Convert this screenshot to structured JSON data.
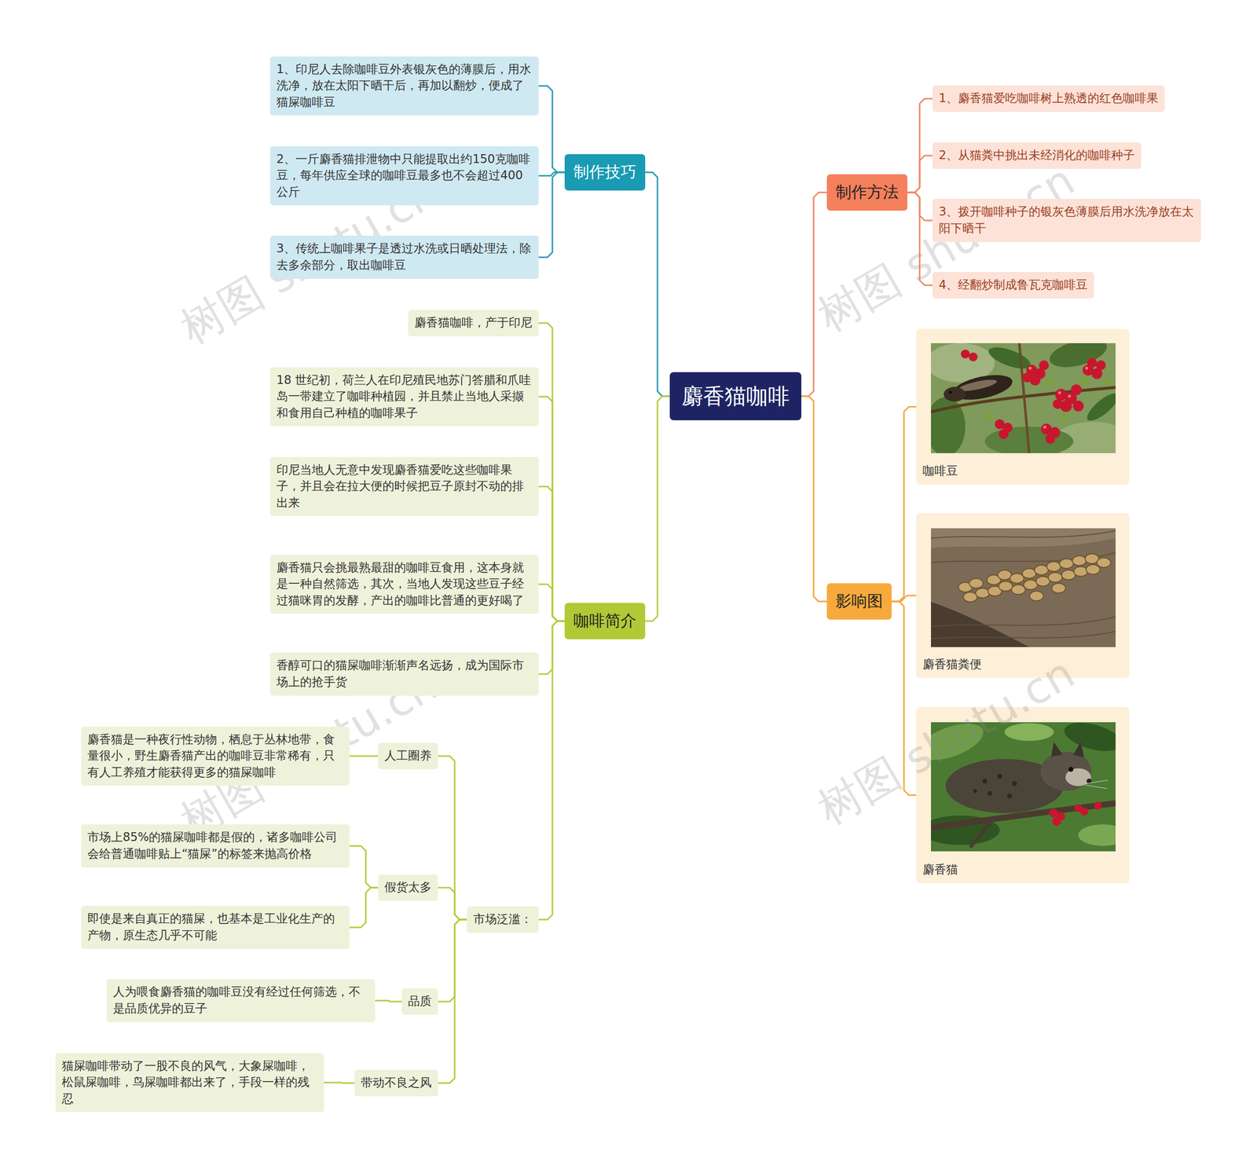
{
  "diagram": {
    "nodes": [
      {
        "text": [
          "麝香猫咖啡"
        ]
      },
      {
        "text": [
          "制作技巧"
        ]
      },
      {
        "text": [
          "1、印尼人去除咖啡豆外表银灰色的薄膜后，用水洗净，放在太阳下晒干后，再加以翻炒，便成了猫屎咖啡豆"
        ]
      },
      {
        "text": [
          "2、一斤麝香猫排泄物中只能提取出约150克咖啡豆，每年供应全球的咖啡豆最多也不会超过400公斤"
        ]
      },
      {
        "text": [
          "3、传统上咖啡果子是透过水洗或日晒处理法，除去多余部分，取出咖啡豆"
        ]
      },
      {
        "text": [
          "咖啡简介"
        ]
      },
      {
        "text": [
          "麝香猫咖啡，产于印尼"
        ]
      },
      {
        "text": [
          "18 世纪初，荷兰人在印尼殖民地苏门答腊和爪哇岛一带建立了咖啡种植园，并且禁止当地人采撷和食用自己种植的咖啡果子"
        ]
      },
      {
        "text": [
          "印尼当地人无意中发现麝香猫爱吃这些咖啡果子，并且会在拉大便的时候把豆子原封不动的排出来"
        ]
      },
      {
        "text": [
          "麝香猫只会挑最熟最甜的咖啡豆食用，这本身就是一种自然筛选，其次，当地人发现这些豆子经过猫咪胃的发酵，产出的咖啡比普通的更好喝了"
        ]
      },
      {
        "text": [
          "香醇可口的猫屎咖啡渐渐声名远扬，成为国际市场上的抢手货"
        ]
      },
      {
        "text": [
          "市场泛滥："
        ]
      },
      {
        "text": [
          "人工圈养"
        ]
      },
      {
        "text": [
          "麝香猫是一种夜行性动物，栖息于丛林地带，食量很小，野生麝香猫产出的咖啡豆非常稀有，只有人工养殖才能获得更多的猫屎咖啡"
        ]
      },
      {
        "text": [
          "假货太多"
        ]
      },
      {
        "text": [
          "市场上85%的猫屎咖啡都是假的，诸多咖啡公司会给普通咖啡贴上“猫屎”的标签来抛高价格"
        ]
      },
      {
        "text": [
          "即使是来自真正的猫屎，也基本是工业化生产的产物，原生态几乎不可能"
        ]
      },
      {
        "text": [
          "品质"
        ]
      },
      {
        "text": [
          "人为喂食麝香猫的咖啡豆没有经过任何筛选，不是品质优异的豆子"
        ]
      },
      {
        "text": [
          "带动不良之风"
        ]
      },
      {
        "text": [
          "猫屎咖啡带动了一股不良的风气，大象屎咖啡，松鼠屎咖啡，鸟屎咖啡都出来了，手段一样的残忍"
        ]
      },
      {
        "text": [
          "制作方法"
        ]
      },
      {
        "text": [
          "1、麝香猫爱吃咖啡树上熟透的红色咖啡果"
        ]
      },
      {
        "text": [
          "2、从猫粪中挑出未经消化的咖啡种子"
        ]
      },
      {
        "text": [
          "3、拨开咖啡种子的银灰色薄膜后用水洗净放在太阳下晒干"
        ]
      },
      {
        "text": [
          "4、经翻炒制成鲁瓦克咖啡豆"
        ]
      },
      {
        "text": [
          "影响图"
        ]
      },
      {
        "text": [
          "咖啡豆"
        ]
      },
      {
        "text": [
          "麝香猫粪便"
        ]
      },
      {
        "text": [
          "麝香猫"
        ]
      }
    ],
    "edges": [
      {
        "from": 0,
        "to": 1,
        "arrow": "none"
      },
      {
        "from": 1,
        "to": 2,
        "arrow": "none"
      },
      {
        "from": 1,
        "to": 3,
        "arrow": "none"
      },
      {
        "from": 1,
        "to": 4,
        "arrow": "none"
      },
      {
        "from": 0,
        "to": 5,
        "arrow": "none"
      },
      {
        "from": 5,
        "to": 6,
        "arrow": "none"
      },
      {
        "from": 5,
        "to": 7,
        "arrow": "none"
      },
      {
        "from": 5,
        "to": 8,
        "arrow": "none"
      },
      {
        "from": 5,
        "to": 9,
        "arrow": "none"
      },
      {
        "from": 5,
        "to": 10,
        "arrow": "none"
      },
      {
        "from": 5,
        "to": 11,
        "arrow": "none"
      },
      {
        "from": 11,
        "to": 12,
        "arrow": "none"
      },
      {
        "from": 12,
        "to": 13,
        "arrow": "none"
      },
      {
        "from": 11,
        "to": 14,
        "arrow": "none"
      },
      {
        "from": 14,
        "to": 15,
        "arrow": "none"
      },
      {
        "from": 14,
        "to": 16,
        "arrow": "none"
      },
      {
        "from": 11,
        "to": 17,
        "arrow": "none"
      },
      {
        "from": 17,
        "to": 18,
        "arrow": "none"
      },
      {
        "from": 11,
        "to": 19,
        "arrow": "none"
      },
      {
        "from": 19,
        "to": 20,
        "arrow": "none"
      },
      {
        "from": 0,
        "to": 21,
        "arrow": "none"
      },
      {
        "from": 21,
        "to": 22,
        "arrow": "none"
      },
      {
        "from": 21,
        "to": 23,
        "arrow": "none"
      },
      {
        "from": 21,
        "to": 24,
        "arrow": "none"
      },
      {
        "from": 21,
        "to": 25,
        "arrow": "none"
      },
      {
        "from": 0,
        "to": 26,
        "arrow": "none"
      },
      {
        "from": 26,
        "to": 27,
        "arrow": "none"
      },
      {
        "from": 26,
        "to": 28,
        "arrow": "none"
      },
      {
        "from": 26,
        "to": 29,
        "arrow": "none"
      }
    ],
    "labels": [
      "树图 shutu.cn",
      "树图 shutu.cn",
      "树图 shutu.cn",
      "树图 shutu.cn"
    ]
  }
}
